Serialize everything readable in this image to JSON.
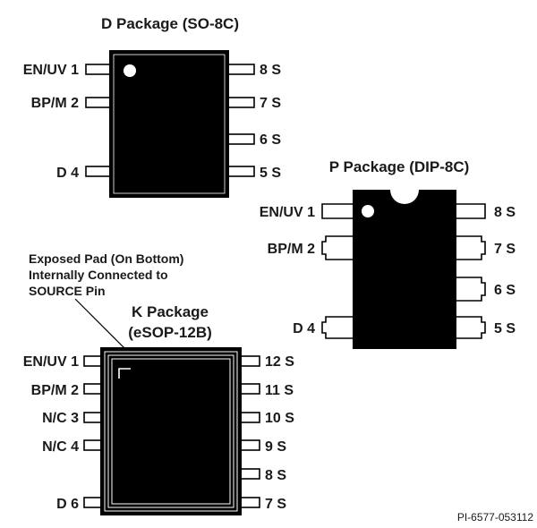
{
  "colors": {
    "package": "#000000",
    "pin_lead": "#ffffff",
    "text": "#1a1a1a"
  },
  "d_package": {
    "title": "D Package (SO-8C)",
    "left_pins": [
      "EN/UV 1",
      "BP/M 2",
      "D 4"
    ],
    "right_pins": [
      "8 S",
      "7 S",
      "6 S",
      "5 S"
    ]
  },
  "p_package": {
    "title": "P Package (DIP-8C)",
    "left_pins": [
      "EN/UV 1",
      "BP/M 2",
      "D 4"
    ],
    "right_pins": [
      "8 S",
      "7 S",
      "6 S",
      "5 S"
    ]
  },
  "k_package": {
    "title_line1": "K Package",
    "title_line2": "(eSOP-12B)",
    "left_pins": [
      "EN/UV 1",
      "BP/M 2",
      "N/C 3",
      "N/C 4",
      "D 6"
    ],
    "right_pins": [
      "12 S",
      "11 S",
      "10 S",
      "9 S",
      "8 S",
      "7 S"
    ]
  },
  "note": {
    "line1": "Exposed Pad (On Bottom)",
    "line2": "Internally Connected to",
    "line3": "SOURCE Pin"
  },
  "reference": "PI-6577-053112"
}
